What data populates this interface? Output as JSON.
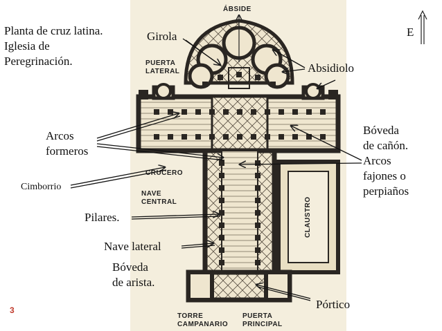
{
  "title_lines": [
    "Planta de cruz latina.",
    "Iglesia de",
    "Peregrinación."
  ],
  "compass": "E",
  "slide_number": "3",
  "plan_labels": {
    "abside": "ÁBSIDE",
    "puerta_lateral_1": "PUERTA",
    "puerta_lateral_2": "LATERAL",
    "crucero": "CRUCERO",
    "nave_central_1": "NAVE",
    "nave_central_2": "CENTRAL",
    "claustro": "CLAUSTRO",
    "torre_1": "TORRE",
    "torre_2": "CAMPANARIO",
    "puerta_principal_1": "PUERTA",
    "puerta_principal_2": "PRINCIPAL"
  },
  "annotations": {
    "girola": "Girola",
    "absidiolo": "Absidiolo",
    "arcos_formeros_1": "Arcos",
    "arcos_formeros_2": "formeros",
    "boveda_canon_1": "Bóveda",
    "boveda_canon_2": "de cañón.",
    "arcos_fajones_1": "Arcos",
    "arcos_fajones_2": "fajones o",
    "arcos_fajones_3": "perpiaños",
    "cimborrio": "Cimborrio",
    "pilares": "Pilares.",
    "nave_lateral": "Nave lateral",
    "boveda_arista_1": "Bóveda",
    "boveda_arista_2": "de arista.",
    "portico": "Pórtico"
  },
  "colors": {
    "paper": "#efe6cf",
    "ink": "#2a2622",
    "cloister": "#e9dfc3",
    "accent_number": "#c0392b"
  }
}
